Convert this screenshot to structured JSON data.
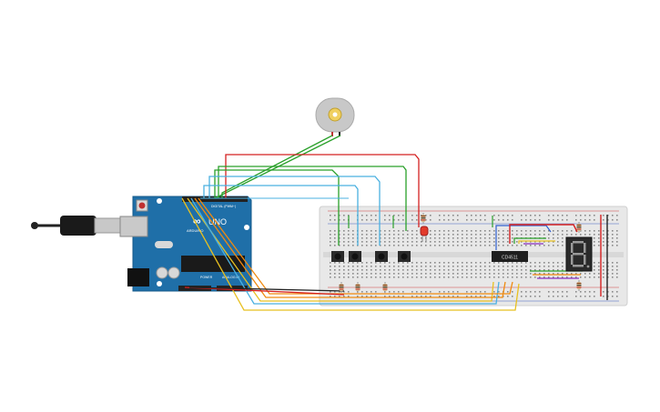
{
  "canvas": {
    "background": "#ffffff"
  },
  "arduino": {
    "brand_text": "ARDUINO",
    "model_text": "UNO",
    "digital_header_text": "DIGITAL (PWM~)",
    "power_header_text": "POWER",
    "analog_header_text": "ANALOG IN",
    "board_color": "#1f6fa8"
  },
  "usb_cable": {
    "icon": "usb-plug-icon"
  },
  "motor": {
    "icon": "dc-motor-icon",
    "body_color": "#c8c8c8"
  },
  "breadboard": {
    "body_color": "#e8e8e8"
  },
  "ic_chip": {
    "label": "CD4511"
  },
  "seven_segment": {
    "digit": "8",
    "segment_color": "#9a9a9a"
  },
  "colors": {
    "wire_red": "#d42020",
    "wire_green": "#2aa02a",
    "wire_light_blue": "#4ab0e0",
    "wire_orange": "#f08a10",
    "wire_yellow": "#e8c020",
    "wire_purple": "#8a30c0",
    "wire_black": "#222222",
    "wire_blue": "#3060d0",
    "led_red": "#e23a2a"
  }
}
